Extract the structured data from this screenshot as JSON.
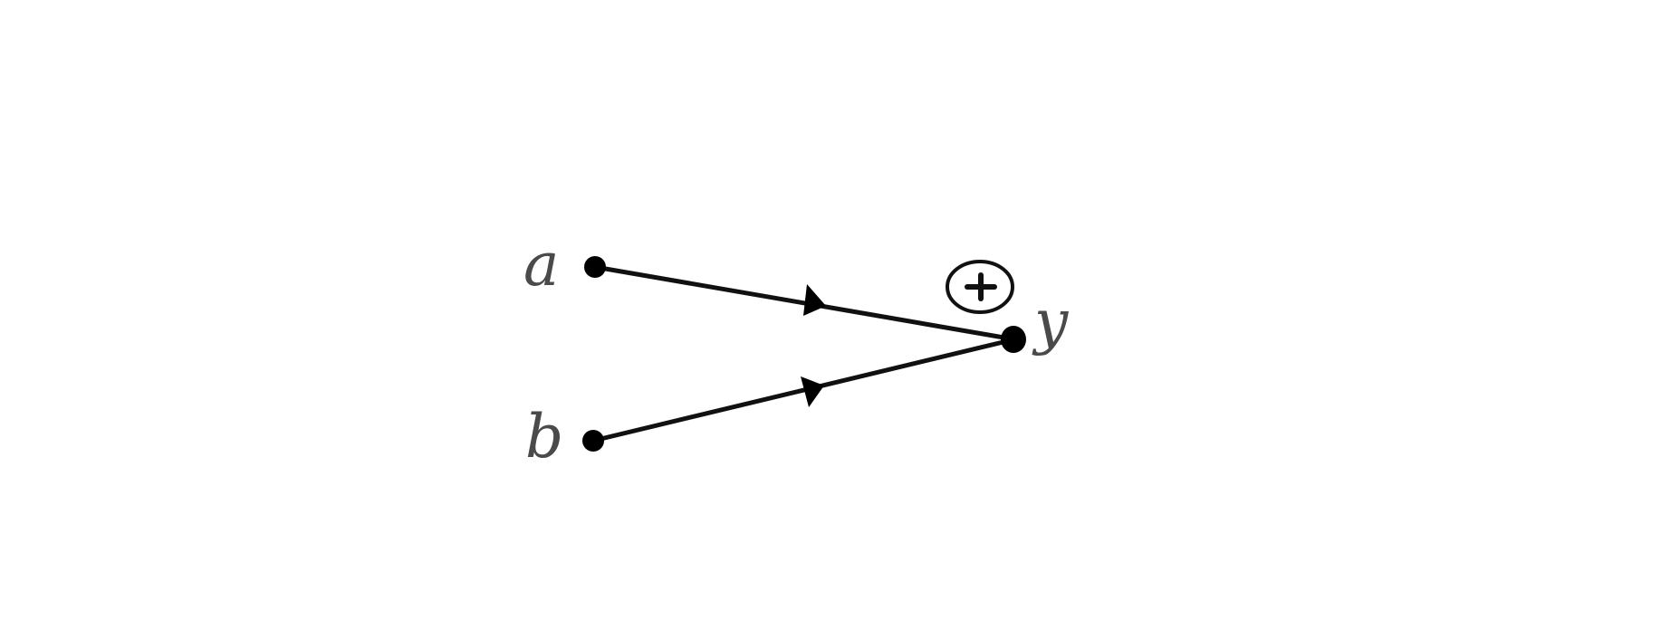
{
  "diagram": {
    "nodes": [
      {
        "id": "a",
        "label": "a"
      },
      {
        "id": "b",
        "label": "b"
      },
      {
        "id": "y",
        "label": "y"
      }
    ],
    "edges": [
      {
        "from": "a",
        "to": "y",
        "directed": true
      },
      {
        "from": "b",
        "to": "y",
        "directed": true
      }
    ],
    "operation": {
      "node": "y",
      "symbol": "plus-in-circle-icon"
    }
  },
  "colors": {
    "line": "#111111",
    "dot": "#000000",
    "label": "#4a4a4a",
    "background": "#ffffff"
  }
}
